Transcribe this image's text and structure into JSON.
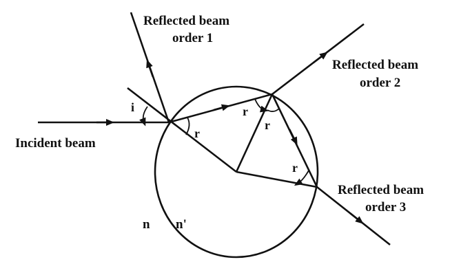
{
  "labels": {
    "incident": "Incident beam",
    "reflected1_line1": "Reflected beam",
    "reflected1_line2": "order 1",
    "reflected2_line1": "Reflected beam",
    "reflected2_line2": "order 2",
    "reflected3_line1": "Reflected beam",
    "reflected3_line2": "order 3",
    "angle_i": "i",
    "angle_r": "r",
    "n_outside": "n",
    "n_inside": "n'"
  },
  "colors": {
    "line": "#111111",
    "background": "#ffffff"
  }
}
